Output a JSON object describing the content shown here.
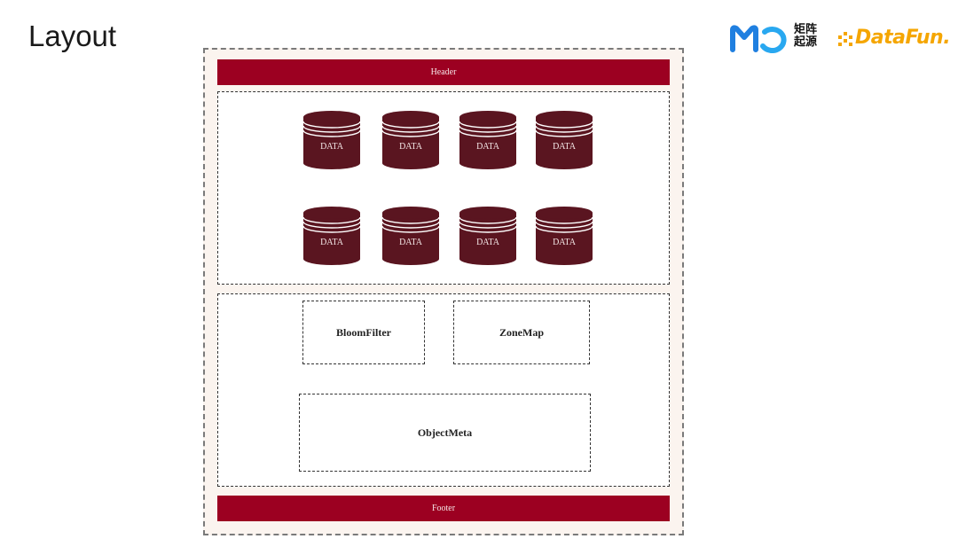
{
  "slide": {
    "title": "Layout"
  },
  "logos": {
    "mo_cn_top": "矩阵",
    "mo_cn_bottom": "起源",
    "datafun": "DataFun."
  },
  "diagram": {
    "header_label": "Header",
    "footer_label": "Footer",
    "data_label": "DATA",
    "data_blocks": [
      "DATA",
      "DATA",
      "DATA",
      "DATA",
      "DATA",
      "DATA",
      "DATA",
      "DATA"
    ],
    "bloomfilter_label": "BloomFilter",
    "zonemap_label": "ZoneMap",
    "objectmeta_label": "ObjectMeta"
  },
  "colors": {
    "band": "#9c0021",
    "cylinder": "#5a1520",
    "diagram_bg": "#fbf4ef",
    "mo_blue": "#1f7fe0",
    "datafun_orange": "#f5a600"
  }
}
